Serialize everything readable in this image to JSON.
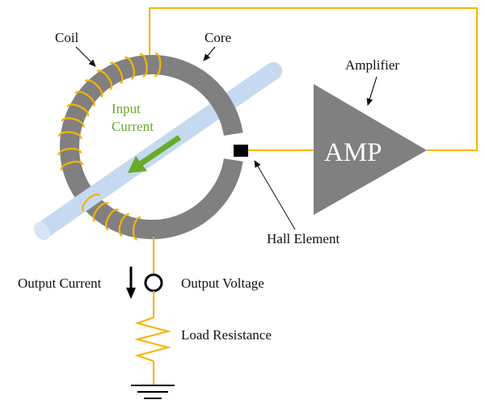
{
  "title": "Closed-loop Hall effect current sensor",
  "colors": {
    "core": "#808080",
    "coil": "#f5b400",
    "wire": "#f5b400",
    "conductor": "#c5d9f0",
    "conductor_end": "#d6e4f5",
    "input_current": "#6aaa2a",
    "amplifier": "#808080",
    "hall_element": "#000000",
    "label": "#111111"
  },
  "labels": {
    "coil": "Coil",
    "core": "Core",
    "input_current_line1": "Input",
    "input_current_line2": "Current",
    "amplifier": "Amplifier",
    "amp": "AMP",
    "hall_element": "Hall Element",
    "output_current": "Output Current",
    "output_voltage": "Output Voltage",
    "load_resistance": "Load Resistance"
  },
  "components": [
    {
      "id": "core",
      "type": "toroid-with-gap",
      "label": "Core"
    },
    {
      "id": "coil",
      "type": "winding",
      "label": "Coil",
      "turns": 20
    },
    {
      "id": "conductor",
      "type": "primary-conductor",
      "label": "Input Current"
    },
    {
      "id": "hall",
      "type": "hall-sensor",
      "label": "Hall Element"
    },
    {
      "id": "amp",
      "type": "amplifier",
      "label": "Amplifier"
    },
    {
      "id": "vout",
      "type": "terminal",
      "label": "Output Voltage"
    },
    {
      "id": "rload",
      "type": "resistor",
      "label": "Load Resistance"
    },
    {
      "id": "gnd",
      "type": "ground"
    }
  ],
  "connections": [
    {
      "from": "hall",
      "to": "amp"
    },
    {
      "from": "amp",
      "to": "coil"
    },
    {
      "from": "coil",
      "to": "vout"
    },
    {
      "from": "vout",
      "to": "rload"
    },
    {
      "from": "rload",
      "to": "gnd"
    }
  ]
}
